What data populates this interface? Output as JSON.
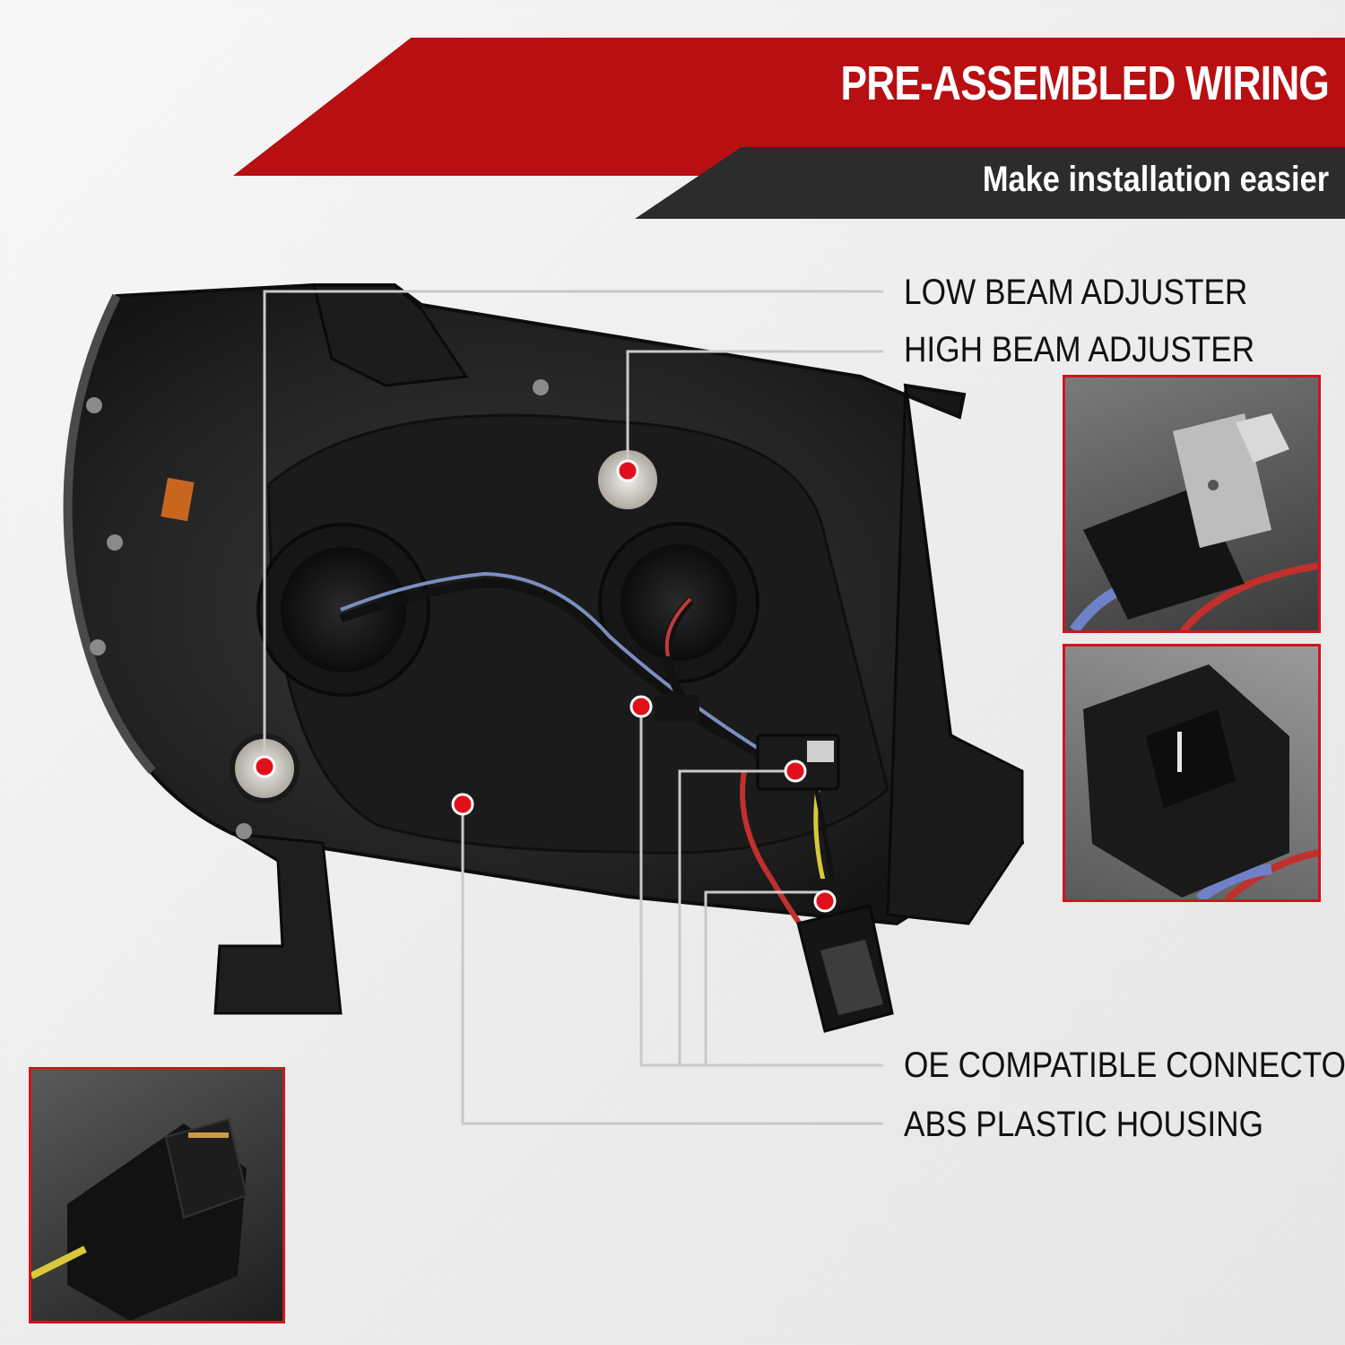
{
  "header": {
    "title": "PRE-ASSEMBLED WIRING",
    "subtitle": "Make installation easier"
  },
  "callouts": {
    "low_beam": "LOW BEAM ADJUSTER",
    "high_beam": "HIGH BEAM ADJUSTER",
    "connectors": "OE COMPATIBLE CONNECTORS",
    "housing": "ABS PLASTIC HOUSING"
  },
  "colors": {
    "accent_red": "#b80f12",
    "dark_band": "#2c2c2c",
    "marker_red": "#e0101a",
    "inset_border": "#d0151a"
  }
}
